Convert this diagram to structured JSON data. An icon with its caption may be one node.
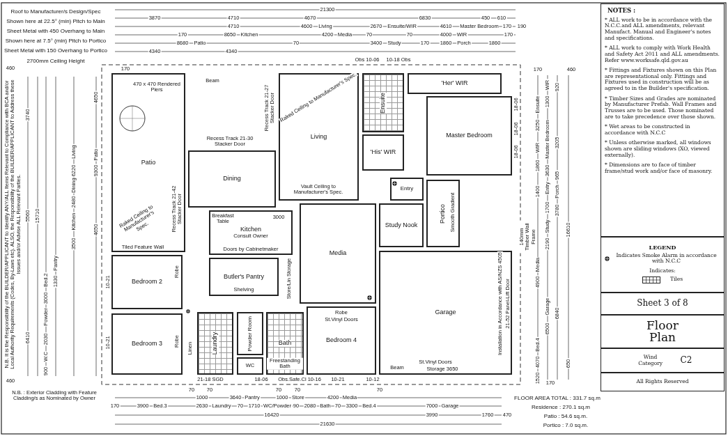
{
  "diagram": {
    "nodes": [
      {
        "text": [
          "Patio"
        ]
      },
      {
        "text": [
          "Ensuite"
        ]
      },
      {
        "text": [
          "'Her' WIR"
        ]
      },
      {
        "text": [
          "Living"
        ]
      },
      {
        "text": [
          "Master Bedroom"
        ]
      },
      {
        "text": [
          "'His' WIR"
        ]
      },
      {
        "text": [
          "Dining"
        ]
      },
      {
        "text": [
          "Entry"
        ]
      },
      {
        "text": [
          "Portico"
        ]
      },
      {
        "text": [
          "Study Nook"
        ]
      },
      {
        "text": [
          "Kitchen",
          "Consult Owner"
        ]
      },
      {
        "text": [
          "Media"
        ]
      },
      {
        "text": [
          "Butler's Pantry"
        ]
      },
      {
        "text": [
          "Bedroom 2"
        ]
      },
      {
        "text": [
          "Garage"
        ]
      },
      {
        "text": [
          "Laundry"
        ]
      },
      {
        "text": [
          "Powder Room"
        ]
      },
      {
        "text": [
          "Bath"
        ]
      },
      {
        "text": [
          "Bedroom 3"
        ]
      },
      {
        "text": [
          "WC"
        ]
      },
      {
        "text": [
          "Bedroom 4"
        ]
      }
    ],
    "labels": [
      "Roof to Manufacturer/s Design/Spec",
      "Shown here at 22.5° (min) Pitch to Main",
      "Sheet Metal with 450 Overhang to Main",
      "Shown here at 7.5° (min) Pitch to Portico",
      "Sheet Metal with 150 Overhang to Portico",
      "2700mm Ceiling Height",
      "21300",
      "3870",
      "4710",
      "4670",
      "6830",
      "450",
      "610",
      "4710",
      "4600",
      "Living",
      "2670",
      "Ensuite/WIR",
      "4610",
      "Master Bedroom",
      "170",
      "190",
      "170",
      "8650",
      "Kitchen",
      "4200",
      "Media",
      "70",
      "70",
      "4000",
      "WIR",
      "170",
      "8680",
      "Patio",
      "70",
      "3400",
      "Study",
      "170",
      "1860",
      "Porch",
      "1860",
      "4340",
      "4340",
      "Obs 10-06",
      "10-18 Obs",
      "460",
      "170",
      "N.B. It is the Responsibility of the BUILDER/APPLICANT to Identify ANY/ALL Items Relevant to Compliance with BCA and/or Local Authority Requirements (Codes, By-Laws etc). ALSO, the Responsibility of the BUILDER/APPLICANT to Address these Issues and/or Advise ALL Relevant Parties.",
      "4650",
      "3740",
      "Living",
      "Patio",
      "6220",
      "9300",
      "Dining",
      "2480",
      "5560",
      "15710",
      "Kitchen",
      "4650",
      "3500",
      "Pantry",
      "Bed.2",
      "1330",
      "3000",
      "Powder",
      "6410",
      "2030",
      "W.C",
      "900",
      "460",
      "170",
      "460",
      "WIR",
      "920",
      "Ensuite",
      "1300",
      "3250",
      "WIR",
      "Master Bedroom",
      "3205",
      "1860",
      "3630",
      "965",
      "1400",
      "Entry",
      "Porch",
      "1700",
      "3780",
      "Study",
      "16610",
      "2190",
      "Media",
      "4900",
      "Garage",
      "6840",
      "6500",
      "Bed.4",
      "4070",
      "650",
      "1520",
      "170",
      "470 x 470 Rendered Piers",
      "Beam",
      "Recess Track 21-27 Stacker Door",
      "Raked Ceiling to Manufacturer's Spec.",
      "Recess Track 21-30 Stacker Door",
      "Raked Ceiling to Manufacturer's Spec.",
      "Recess Track 21-42 Stacker Door",
      "Breakfast Table",
      "3000",
      "Vault Ceiling to Manufacturer's Spec.",
      "Smooth Gradient",
      "Tiled Feature Wall",
      "Doors by Cabinetmaker",
      "140mm Timber Wall Frame",
      "Robe",
      "Shelving",
      "Store/Lin Storage",
      "Robe",
      "St.Vinyl Doors",
      "Robe",
      "Linen",
      "Installation in Accordance with AS/NZS 4505",
      "21-52 Panel-Lift Door",
      "Freestanding Bath",
      "Beam",
      "St.Vinyl Doors",
      "Storage 3650",
      "21-18 SGD",
      "18-06",
      "Obs.Safe.Cl 10-16",
      "10-21",
      "10-12",
      "10-21",
      "10-21",
      "18-06",
      "18-06",
      "18-06",
      "N.B. : Exterior Cladding with Feature Cladding/s as Nominated by Owner",
      "70",
      "70",
      "70",
      "70",
      "70",
      "1000",
      "3640",
      "Pantry",
      "1000",
      "Store",
      "4200",
      "Media",
      "FLOOR AREA TOTAL : 331.7 sq.m",
      "170",
      "3900",
      "Bed.3",
      "2630",
      "Laundry",
      "70",
      "1710",
      "WC/Powder",
      "90",
      "2080",
      "Bath",
      "70",
      "3300",
      "Bed.4",
      "7000",
      "Garage",
      "Residence : 270.1 sq.m",
      "16420",
      "3990",
      "1760",
      "470",
      "Patio : 54.6 sq.m.",
      "21630",
      "Portico : 7.0 sq.m.",
      "NOTES :",
      "* ALL work to be in accordance with the N.C.C.and ALL amendments, relevant Manufact. Manual and Engineer's notes and specifications.",
      "* ALL work to comply with Work Health and Safety Act 2011 and ALL amendments. Refer www.worksafe.qld.gov.au",
      "* Fittings and Fixtures shown on this Plan are representational only. Fittings and Fixtures used in construction will be as agreed to in the Builder's specification.",
      "* Timber Sizes and Grades are nominated by Manufacturer Prefab. Wall Frames and Trusses are to be used. Those nominated are to take precedence over those shown.",
      "* Wet areas to be constructed in accordance with N.C.C",
      "* Unless otherwise marked, all windows shown are sliding windows (XO, viewed externally).",
      "* Dimensions are to face of timber frame/stud work and/or face of masonry.",
      "LEGEND",
      "Indicates:",
      "Sheet 3 of 8",
      "Floor Plan",
      "Wind Category",
      "C2",
      "All Rights Reserved"
    ],
    "legend": [
      {
        "text": "Indicates Smoke Alarm in accordance with N.C.C"
      },
      {
        "text": "Tiles"
      }
    ]
  }
}
